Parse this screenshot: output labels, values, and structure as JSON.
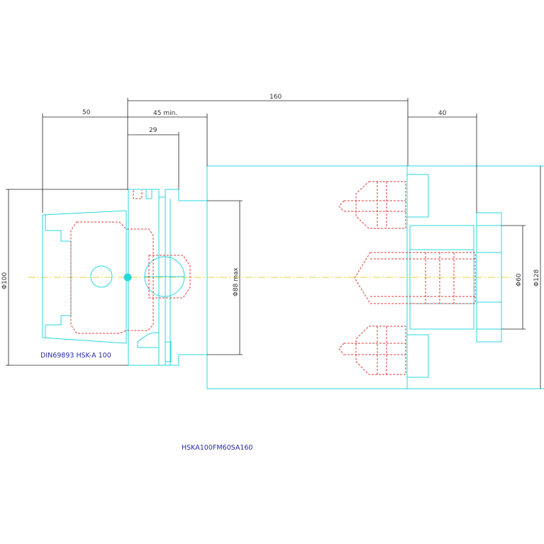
{
  "dimensions": {
    "d50": "50",
    "d160": "160",
    "d45": "45 min.",
    "d29": "29",
    "d40": "40",
    "dia100": "Φ100",
    "dia88": "Φ88 max",
    "dia60": "Φ60",
    "dia128": "Φ128"
  },
  "labels": {
    "standard": "DIN69893 HSK-A 100",
    "part_number": "HSKA100FM60SA160"
  },
  "colors": {
    "outline": "#28d7dd",
    "hidden": "#e03a3a",
    "dimension": "#202020",
    "centerline": "#e6d23a",
    "label": "#2a2aaa"
  }
}
